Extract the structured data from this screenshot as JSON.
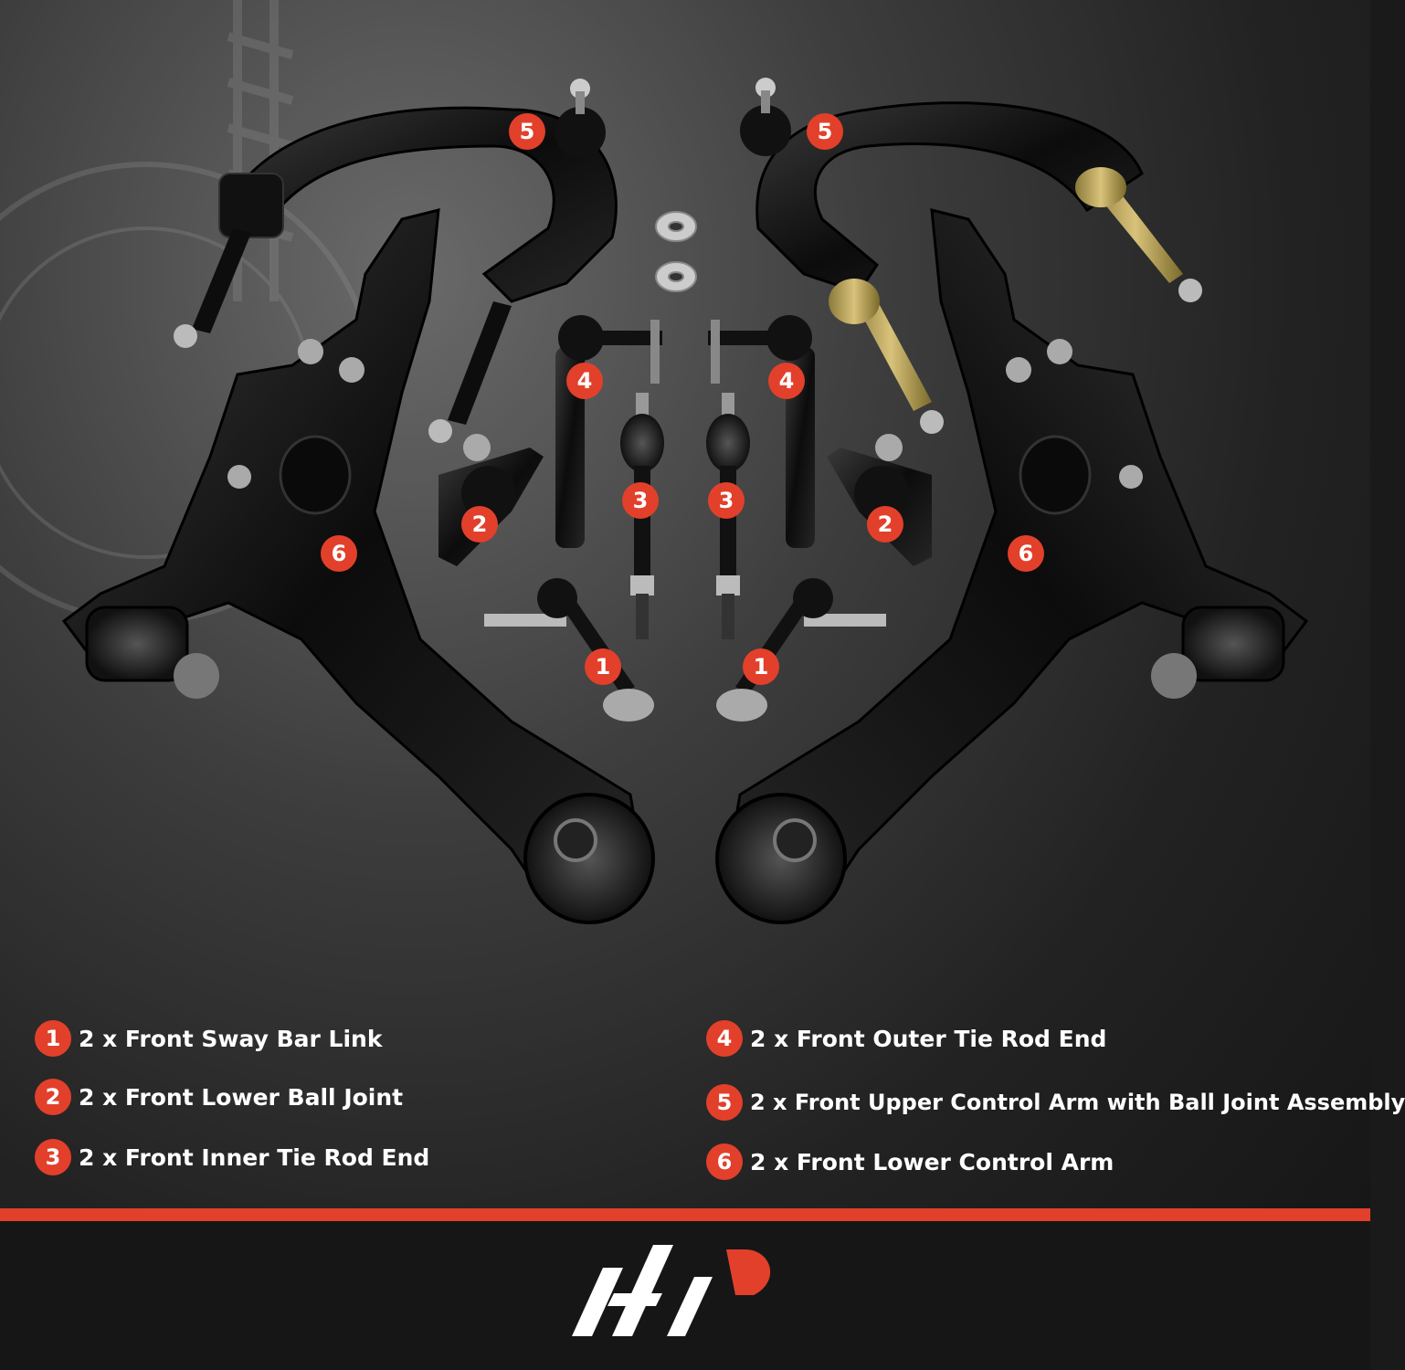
{
  "brand": {
    "accent_color": "#e2402b",
    "background_color": "#1a1a1a",
    "logo_icon": "a-premium-logo-icon"
  },
  "photo_badges": [
    {
      "number": "5",
      "side": "left"
    },
    {
      "number": "5",
      "side": "right"
    },
    {
      "number": "4",
      "side": "left"
    },
    {
      "number": "4",
      "side": "right"
    },
    {
      "number": "3",
      "side": "left"
    },
    {
      "number": "3",
      "side": "right"
    },
    {
      "number": "2",
      "side": "left"
    },
    {
      "number": "2",
      "side": "right"
    },
    {
      "number": "6",
      "side": "left"
    },
    {
      "number": "6",
      "side": "right"
    },
    {
      "number": "1",
      "side": "left"
    },
    {
      "number": "1",
      "side": "right"
    }
  ],
  "legend": [
    {
      "number": "1",
      "text": "2 x Front Sway Bar Link"
    },
    {
      "number": "2",
      "text": "2 x Front Lower Ball Joint"
    },
    {
      "number": "3",
      "text": "2 x Front Inner Tie Rod End"
    },
    {
      "number": "4",
      "text": "2 x Front Outer Tie Rod End"
    },
    {
      "number": "5",
      "text": "2 x Front Upper Control Arm with Ball Joint Assembly"
    },
    {
      "number": "6",
      "text": "2 x Front Lower Control Arm"
    }
  ]
}
